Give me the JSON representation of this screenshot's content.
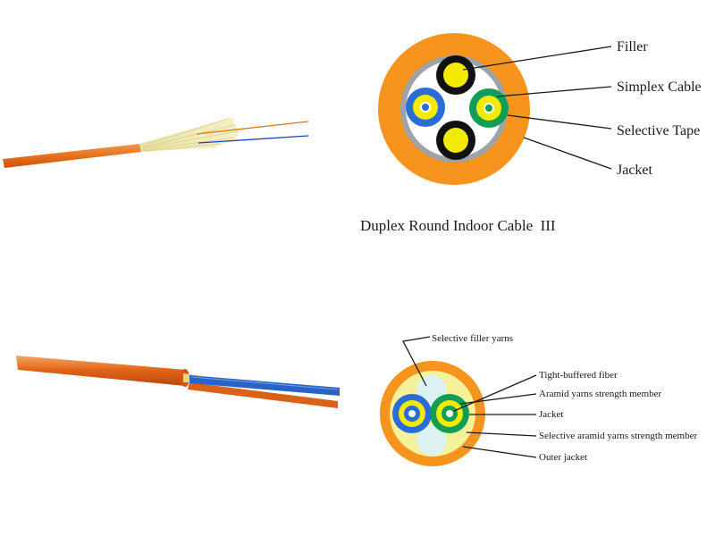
{
  "colors": {
    "jacket_orange": "#f7941d",
    "gray_tape": "#9ea3a8",
    "filler_black": "#111111",
    "fiber_yellow": "#f2ea00",
    "blue_buffer": "#2b6cd6",
    "green_buffer": "#119d55",
    "aramid_yellow": "#f6f29a",
    "pale_cyan": "#ddf2f2",
    "blue_fiber_wire": "#1f3fbf",
    "orange_fiber_wire": "#d97a1a"
  },
  "diagram1": {
    "caption": "Duplex Round Indoor Cable  III",
    "labels": {
      "filler": "Filler",
      "simplex": "Simplex Cable",
      "tape": "Selective Tape",
      "jacket": "Jacket"
    }
  },
  "diagram2": {
    "labels": {
      "filler_yarns": "Selective filler yarns",
      "tight_buffered": "Tight-buffered fiber",
      "aramid": "Aramid yarns strength member",
      "jacket": "Jacket",
      "selective_aramid": "Selective aramid yarns strength member",
      "outer_jacket": "Outer jacket"
    }
  }
}
